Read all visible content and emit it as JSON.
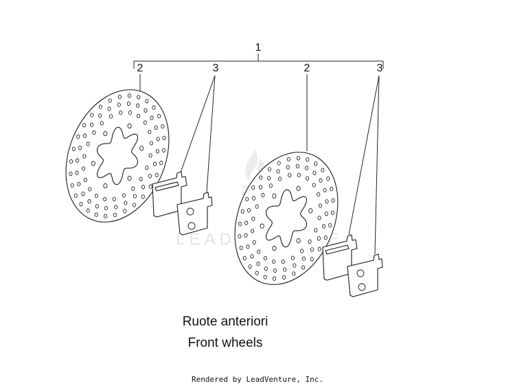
{
  "callouts": {
    "assembly": "1",
    "disc_left": "2",
    "pads_left": "3",
    "disc_right": "2",
    "pads_right": "3"
  },
  "watermark": "LEADVENTURE",
  "caption": {
    "line1": "Ruote anteriori",
    "line2": "Front wheels"
  },
  "footer": "Rendered by LeadVenture, Inc."
}
